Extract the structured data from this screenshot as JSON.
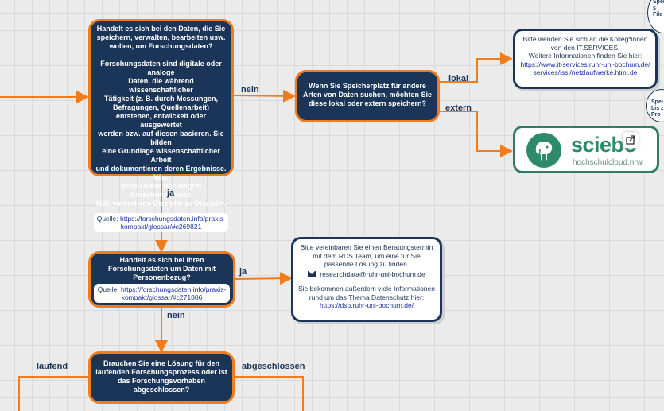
{
  "nodes": {
    "research_data_question": {
      "title": "Handelt es sich bei den Daten, die Sie\nspeichern, verwalten, bearbeiten usw.\nwollen, um Forschungsdaten?",
      "body": "Forschungsdaten sind digitale oder analoge\nDaten, die während wissenschaftlicher\nTätigkeit (z. B. durch Messungen,\nBefragungen, Quellenarbeit)\nentstehen, entwickelt oder ausgewertet\nwerden bzw. auf diesen basieren. Sie bilden\neine Grundlage wissenschaftlicher Arbeit\nund dokumentieren deren Ergebnisse. Was\ngenau unter den Begriff Forschungsdaten\nfällt, variiert von Disziplin zu Disziplin.",
      "source_label": "Quelle: ",
      "source_link": "https://forschungsdaten.info/praxis-kompakt/glossar/#c269821"
    },
    "storage_question": {
      "title": "Wenn Sie Speicherplatz für andere\nArten von Daten suchen, möchten Sie\ndiese lokal oder extern speichern?"
    },
    "personal_data_question": {
      "title": "Handelt es sich bei Ihren\nForschungsdaten um Daten mit\nPersonenbezug?",
      "source_label": "Quelle: ",
      "source_link": "https://forschungsdaten.info/praxis-kompakt/glossar/#c271806"
    },
    "process_question": {
      "title": "Brauchen Sie eine Lösung für den\nlaufenden Forschungsprozess oder ist\ndas Forschungsvorhaben\nabgeschlossen?"
    }
  },
  "info": {
    "it_services": {
      "text": "Bitte wenden Sie sich an die Kolleg*innen von den IT.SERVICES.\nWeitere Informationen finden Sie hier:",
      "link": "https://www.it-services.ruhr-uni-bochum.de/services/issi/netzlaufwerke.html.de"
    },
    "rds": {
      "text": "Bitte vereinbaren Sie einen Beratungstermin mit dem RDS Team, um eine für Sie passende Lösung zu finden.",
      "email": "researchdata@ruhr-uni-bochum.de",
      "text2": "Sie bekommen außerdem viele Informationen rund um das Thema Datenschutz hier:",
      "link": "https://dsb.ruhr-uni-bochum.de/"
    }
  },
  "sciebo": {
    "word": "sciebo",
    "sub": "hochschulcloud.nrw",
    "icon": "share-icon"
  },
  "bubbles": {
    "top": "Speic\ns\nFile",
    "mid": "Spei\nbis z\nPro"
  },
  "edge_labels": {
    "nein_1": "nein",
    "lokal": "lokal",
    "extern": "extern",
    "ja_1": "ja",
    "ja_2": "ja",
    "nein_2": "nein",
    "laufend": "laufend",
    "abgeschlossen": "abgeschlossen"
  },
  "colors": {
    "node_fill": "#1b3558",
    "node_border": "#f07c1b",
    "connector": "#f07c1b",
    "sciebo_green": "#2e8b6a"
  }
}
